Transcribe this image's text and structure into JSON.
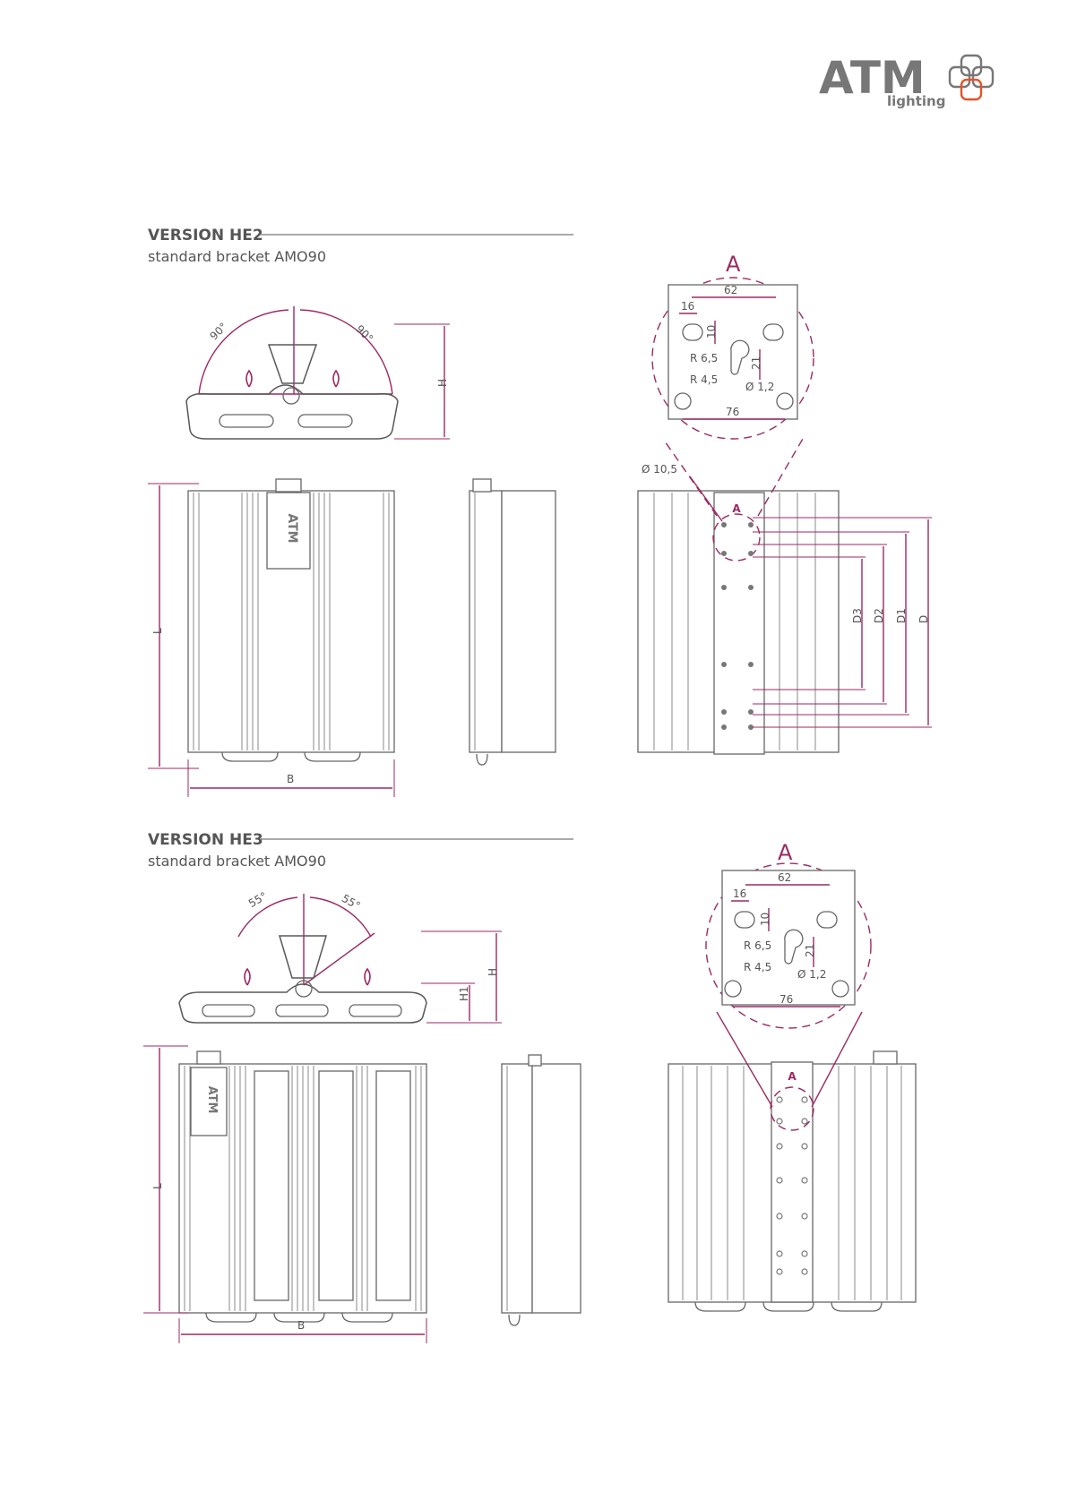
{
  "logo": {
    "brand": "ATM",
    "sub": "lighting",
    "accent": "#e0562a",
    "grey": "#777777"
  },
  "colors": {
    "dimension": "#9b2a64",
    "line": "#707070"
  },
  "he2": {
    "title": "VERSION HE2",
    "subtitle": "standard bracket AMO90",
    "angle_left": "90°",
    "angle_right": "90°",
    "h_label": "H",
    "l_label": "L",
    "b_label": "B",
    "bracket_letter": "A",
    "hole_diameter": "Ø 10,5",
    "d_labels": [
      "D3",
      "D2",
      "D1",
      "D"
    ]
  },
  "he3": {
    "title": "VERSION HE3",
    "subtitle": "standard bracket AMO90",
    "angle_left": "55°",
    "angle_right": "55°",
    "h_label": "H",
    "h1_label": "H1",
    "l_label": "L",
    "b_label": "B",
    "bracket_letter": "A"
  },
  "detail": {
    "letter": "A",
    "dim_62": "62",
    "dim_16": "16",
    "dim_10": "10",
    "dim_21": "21",
    "r65": "R 6,5",
    "r45": "R 4,5",
    "d12": "Ø 1,2",
    "dim_76": "76"
  }
}
